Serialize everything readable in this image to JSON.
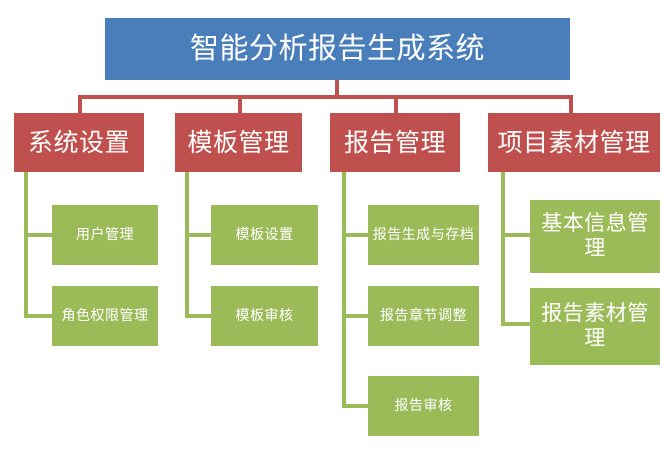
{
  "diagram": {
    "type": "organization-chart",
    "title_node": {
      "label": "智能分析报告生成系统",
      "color": "#4a7ebb",
      "text_color": "#ffffff"
    },
    "level2_color": "#c0504d",
    "level3_color": "#9bbb59",
    "background": "#ffffff",
    "branches": [
      {
        "label": "系统设置",
        "children": [
          {
            "label": "用户管理"
          },
          {
            "label": "角色权限管理"
          }
        ]
      },
      {
        "label": "模板管理",
        "children": [
          {
            "label": "模板设置"
          },
          {
            "label": "模板审核"
          }
        ]
      },
      {
        "label": "报告管理",
        "children": [
          {
            "label": "报告生成与存档"
          },
          {
            "label": "报告章节调整"
          },
          {
            "label": "报告审核"
          }
        ]
      },
      {
        "label": "项目素材管理",
        "children": [
          {
            "label": "基本信息管理"
          },
          {
            "label": "报告素材管理"
          }
        ]
      }
    ]
  }
}
